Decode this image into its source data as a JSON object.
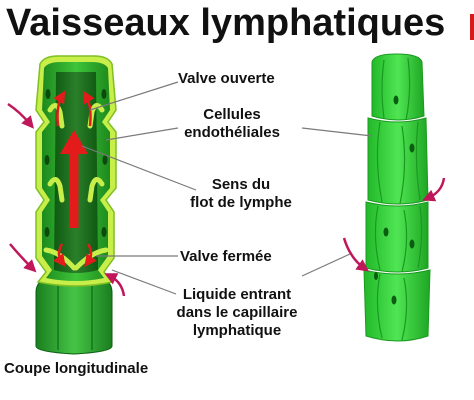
{
  "title": "Vaisseaux lymphatiques",
  "labels": {
    "valve_open": "Valve ouverte",
    "endothelial_line1": "Cellules",
    "endothelial_line2": "endothéliales",
    "flow_line1": "Sens du",
    "flow_line2": "flot de lymphe",
    "valve_closed": "Valve fermée",
    "liquid_line1": "Liquide entrant",
    "liquid_line2": "dans le capillaire",
    "liquid_line3": "lymphatique",
    "section": "Coupe longitudinale"
  },
  "colors": {
    "dark_green": "#0b7a1c",
    "inner_green": "#1f6e1f",
    "light_green": "#35d13a",
    "cell_outline": "#c8ee4a",
    "arrow_red": "#e41b1b",
    "magenta_arrow": "#c0175a"
  }
}
